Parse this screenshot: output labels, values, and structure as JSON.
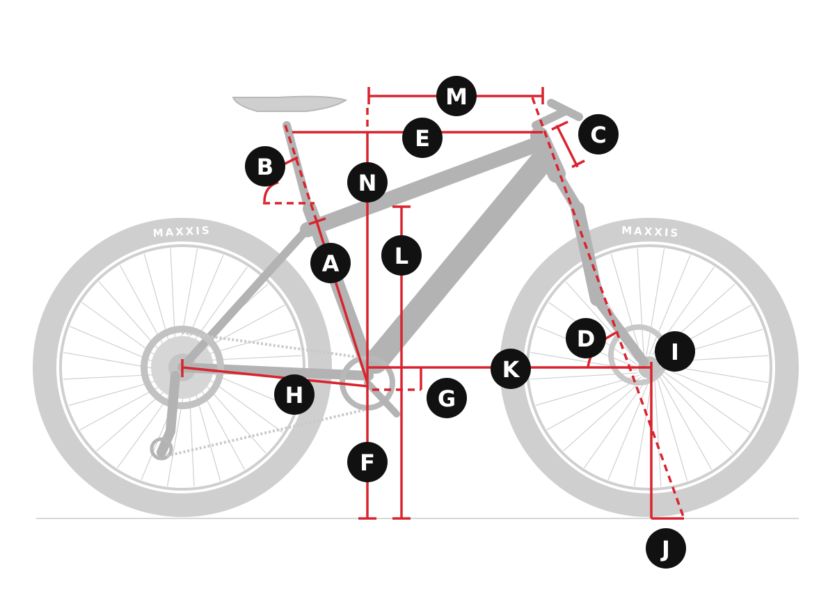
{
  "tire_brand": "MAXXIS",
  "colors": {
    "measure_line": "#d9232e",
    "badge": "#111111",
    "bike": "#bdbdbd"
  },
  "labels": {
    "A": "A",
    "B": "B",
    "C": "C",
    "D": "D",
    "E": "E",
    "F": "F",
    "G": "G",
    "H": "H",
    "I": "I",
    "J": "J",
    "K": "K",
    "L": "L",
    "M": "M",
    "N": "N"
  }
}
